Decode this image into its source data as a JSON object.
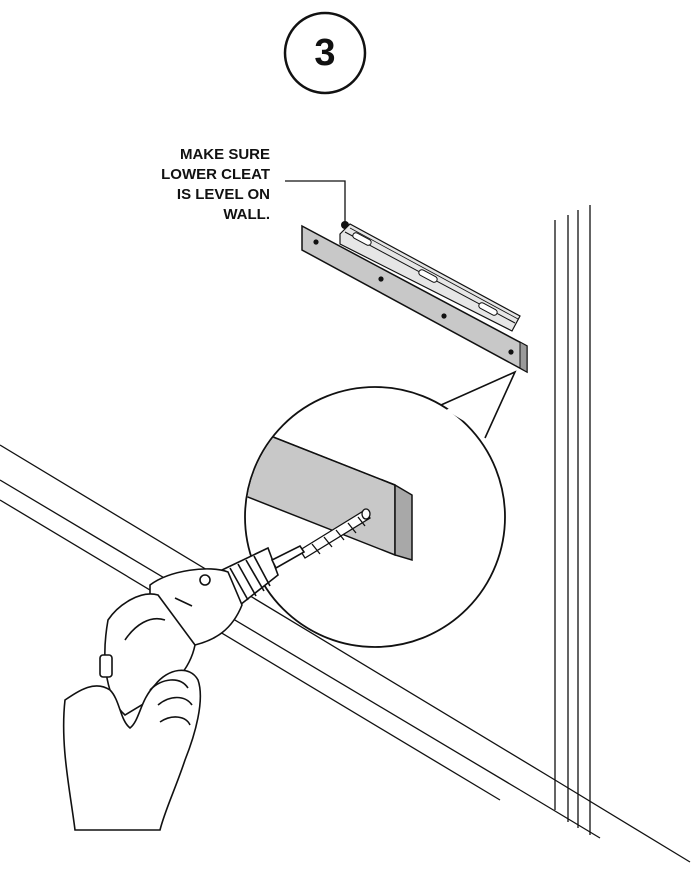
{
  "step": {
    "number": "3"
  },
  "callout": {
    "lines": [
      "MAKE SURE",
      "LOWER CLEAT",
      "IS LEVEL ON",
      "WALL."
    ]
  },
  "colors": {
    "stroke": "#111111",
    "cleat_fill": "#c8c8c8",
    "hand_fill": "#ffffff"
  },
  "icons": {
    "drill": "drill-icon",
    "hand": "hand-icon",
    "cleat": "cleat-icon"
  }
}
